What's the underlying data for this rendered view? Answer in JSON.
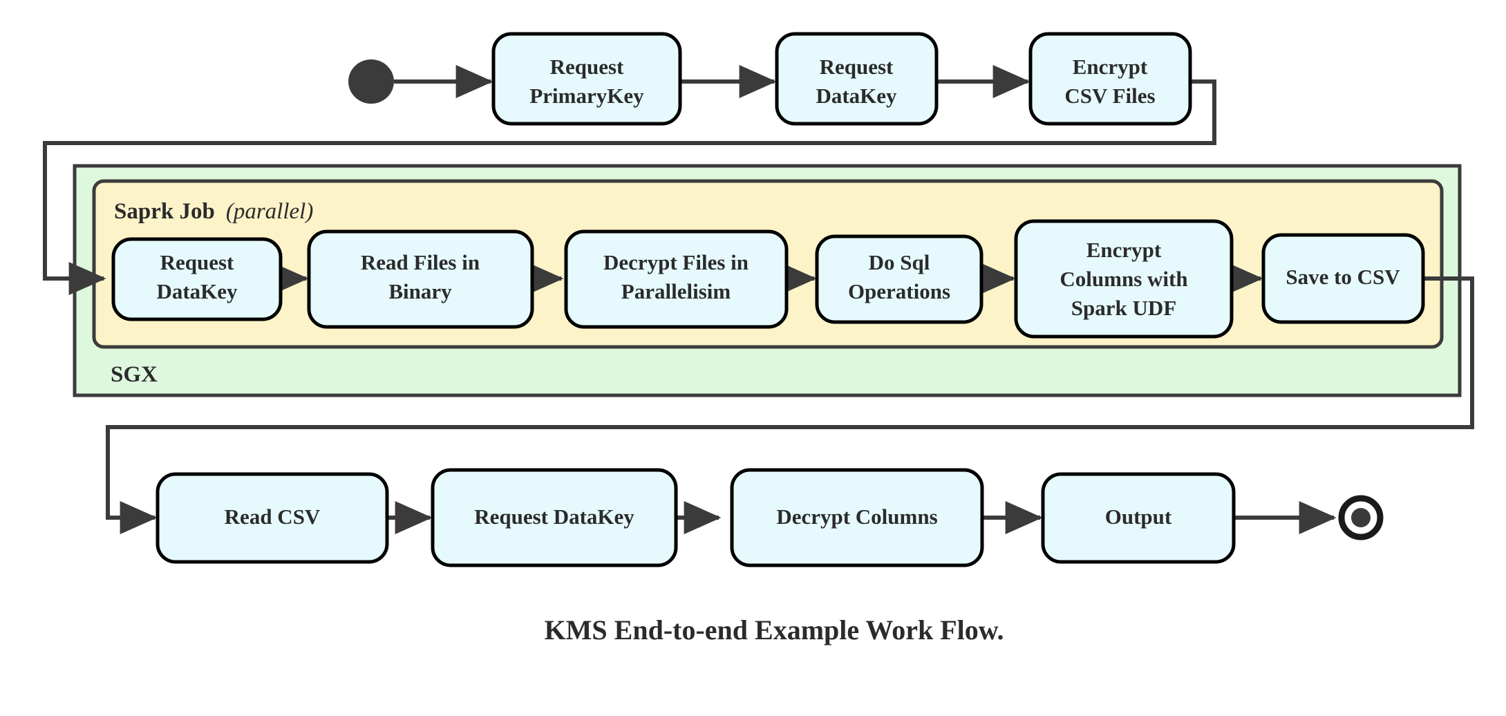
{
  "diagram": {
    "title": "KMS End-to-end Example Work Flow.",
    "colors": {
      "node_fill": "#e6fafd",
      "node_stroke": "#000000",
      "sgx_fill": "#def8de",
      "spark_fill": "#fcf3c8",
      "edge": "#3b3b3b",
      "text": "#2b2b2b"
    },
    "containers": {
      "sgx": {
        "label": "SGX"
      },
      "spark": {
        "label": "Saprk Job",
        "modifier": "(parallel)",
        "modifier_open": "(",
        "modifier_word": "parallel",
        "modifier_close": ")"
      }
    },
    "markers": {
      "start": "start-node",
      "end": "end-node"
    },
    "nodes": {
      "row_top": [
        {
          "id": "request-primarykey",
          "lines": [
            "Request",
            "PrimaryKey"
          ]
        },
        {
          "id": "request-datakey-top",
          "lines": [
            "Request",
            "DataKey"
          ]
        },
        {
          "id": "encrypt-csv-files",
          "lines": [
            "Encrypt",
            "CSV Files"
          ]
        }
      ],
      "row_spark": [
        {
          "id": "request-datakey-spark",
          "lines": [
            "Request",
            "DataKey"
          ]
        },
        {
          "id": "read-files-in-binary",
          "lines": [
            "Read Files in",
            "Binary"
          ]
        },
        {
          "id": "decrypt-files-in-parallelisim",
          "lines": [
            "Decrypt Files in",
            "Parallelisim"
          ]
        },
        {
          "id": "do-sql-operations",
          "lines": [
            "Do Sql",
            "Operations"
          ]
        },
        {
          "id": "encrypt-columns-with-spark-udf",
          "lines": [
            "Encrypt",
            "Columns with",
            "Spark UDF"
          ]
        },
        {
          "id": "save-to-csv",
          "lines": [
            "Save to CSV"
          ]
        }
      ],
      "row_bottom": [
        {
          "id": "read-csv",
          "lines": [
            "Read CSV"
          ]
        },
        {
          "id": "request-datakey-bottom",
          "lines": [
            "Request DataKey"
          ]
        },
        {
          "id": "decrypt-columns",
          "lines": [
            "Decrypt Columns"
          ]
        },
        {
          "id": "output",
          "lines": [
            "Output"
          ]
        }
      ]
    }
  }
}
